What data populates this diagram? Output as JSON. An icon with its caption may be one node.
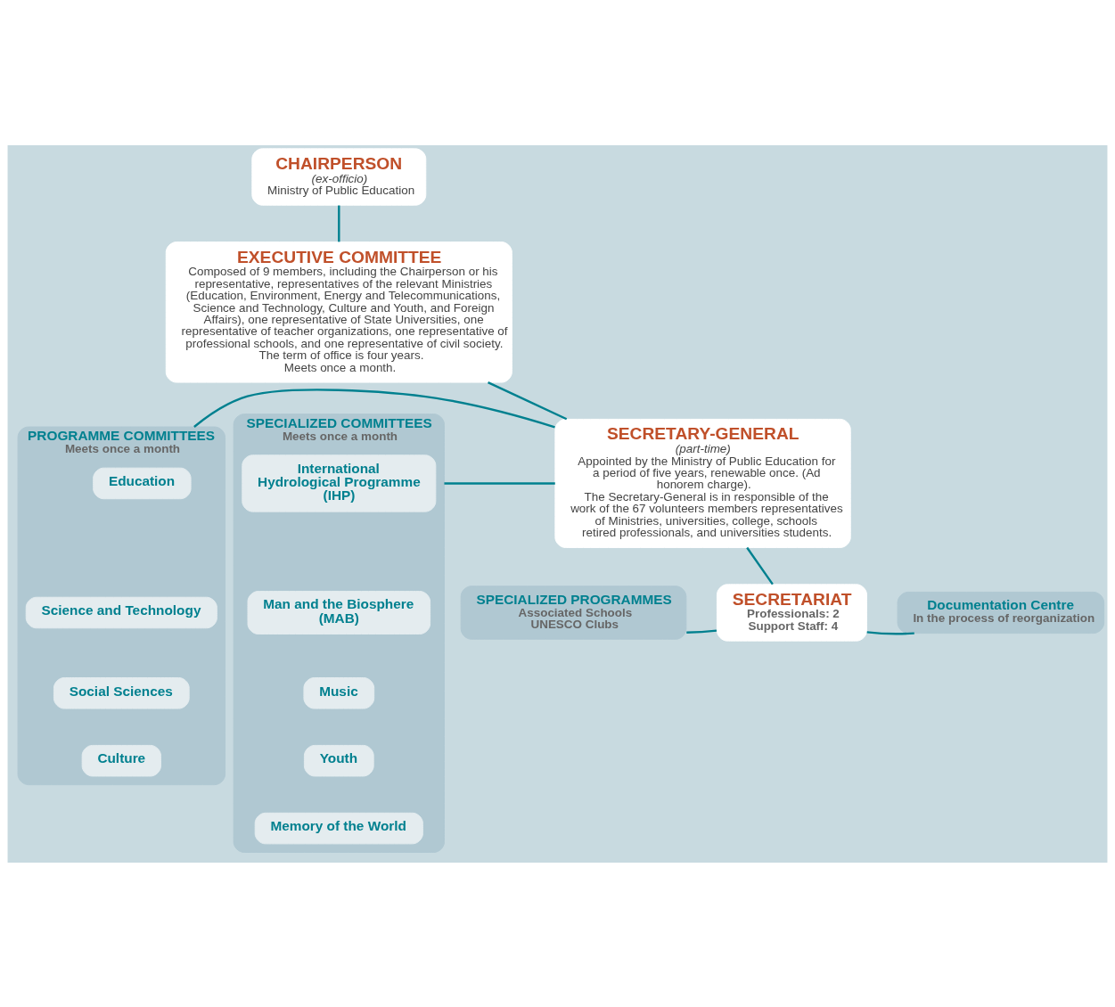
{
  "diagram": {
    "nodes": [
      {
        "text": [
          "CHAIRPERSON",
          "(ex-officio)",
          "Ministry of Public Education"
        ]
      },
      {
        "text": [
          "EXECUTIVE COMMITTEE",
          "Composed of 9 members, including the Chairperson or his representative, representatives of the relevant Ministries (Education, Environment, Energy and Telecommunications, Science and Technology, Culture and Youth, and Foreign Affairs), one representative of State Universities, one representative of teacher organizations, one representative of professional schools, and one representative of civil society.",
          "The term of office is four years.",
          "Meets once a month."
        ]
      },
      {
        "text": [
          "SECRETARY-GENERAL",
          "(part-time)",
          "Appointed by the Ministry of Public Education for a period of five years, renewable once. (Ad honorem charge).",
          "The Secretary-General is in responsible of the work of the 67 volunteers members representatives of Ministries, universities, college, schools retired professionals, and universities students."
        ]
      },
      {
        "text": [
          "PROGRAMME COMMITTEES",
          "Meets once a month"
        ]
      },
      {
        "text": [
          "Education"
        ],
        "in": 3
      },
      {
        "text": [
          "Science and Technology"
        ],
        "in": 3
      },
      {
        "text": [
          "Social Sciences"
        ],
        "in": 3
      },
      {
        "text": [
          "Culture"
        ],
        "in": 3
      },
      {
        "text": [
          "SPECIALIZED COMMITTEES",
          "Meets once a month"
        ]
      },
      {
        "text": [
          "International Hydrological Programme (IHP)"
        ],
        "in": 8
      },
      {
        "text": [
          "Man and the Biosphere (MAB)"
        ],
        "in": 8
      },
      {
        "text": [
          "Music"
        ],
        "in": 8
      },
      {
        "text": [
          "Youth"
        ],
        "in": 8
      },
      {
        "text": [
          "Memory of the World"
        ],
        "in": 8
      },
      {
        "text": [
          "SPECIALIZED PROGRAMMES",
          "Associated Schools",
          "UNESCO Clubs"
        ]
      },
      {
        "text": [
          "SECRETARIAT",
          "Professionals: 2",
          "Support Staff: 4"
        ]
      },
      {
        "text": [
          "Documentation Centre",
          "In the process of reorganization"
        ]
      }
    ],
    "edges": [
      {
        "from": 0,
        "to": 1,
        "arrow": "none"
      },
      {
        "from": 1,
        "to": 2,
        "arrow": "none"
      },
      {
        "from": 2,
        "to": 3,
        "arrow": "none"
      },
      {
        "from": 2,
        "to": 8,
        "arrow": "none"
      },
      {
        "from": 2,
        "to": 15,
        "arrow": "none"
      },
      {
        "from": 15,
        "to": 14,
        "arrow": "none"
      },
      {
        "from": 15,
        "to": 16,
        "arrow": "none"
      }
    ]
  }
}
